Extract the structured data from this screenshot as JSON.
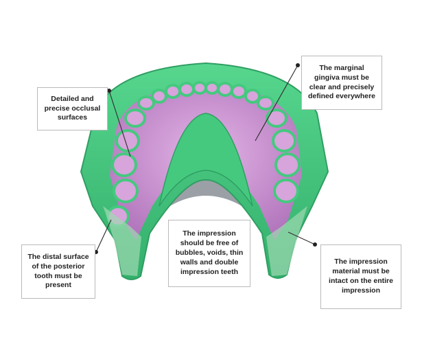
{
  "colors": {
    "impression_green": "#45c97f",
    "impression_dark_green": "#2f9e62",
    "tooth_pink": "#c98fd0",
    "tray_gray": "#8a8f96",
    "callout_border": "#b9b9b9",
    "leader_line": "#333333"
  },
  "callouts": [
    {
      "id": "occlusal",
      "text": "Detailed and precise occlusal surfaces"
    },
    {
      "id": "gingiva",
      "text": "The marginal gingiva must be clear and precisely defined everywhere"
    },
    {
      "id": "bubbles",
      "text": "The impression should be free of bubbles, voids, thin walls and double impression teeth"
    },
    {
      "id": "distal",
      "text": "The distal surface of the posterior tooth must be present"
    },
    {
      "id": "intact",
      "text": "The impression material must be intact on the entire impression"
    }
  ]
}
